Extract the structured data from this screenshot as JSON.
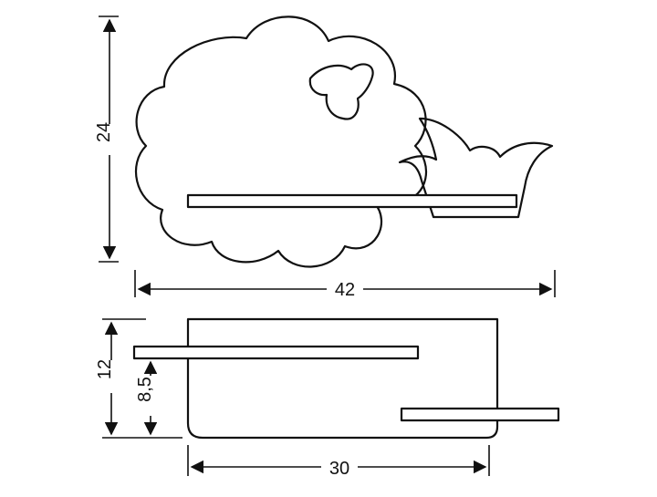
{
  "drawing": {
    "front_view": {
      "height_label": "24",
      "width_label": "42",
      "depicts": [
        "sheep-cloud-icon",
        "grass-icon",
        "shelf-icon"
      ]
    },
    "side_view": {
      "height_label": "12",
      "shelf_height_label": "8,5",
      "width_label": "30",
      "depicts": [
        "shelf-profile-icon"
      ]
    },
    "colors": {
      "line": "#111111",
      "background": "#ffffff"
    }
  }
}
